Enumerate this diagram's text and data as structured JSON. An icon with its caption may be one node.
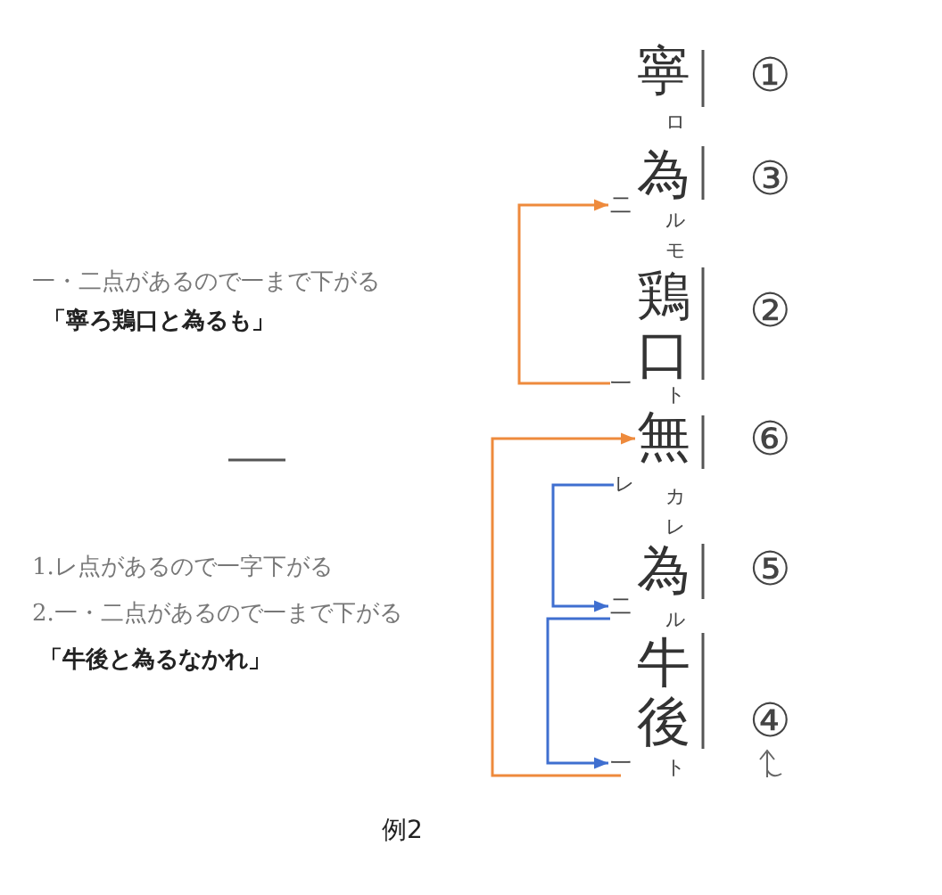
{
  "diagram": {
    "caption": "例2",
    "nodes": [
      {
        "text": [
          "二"
        ]
      },
      {
        "text": [
          "一"
        ]
      },
      {
        "text": [
          "無"
        ]
      },
      {
        "text": [
          "レ"
        ]
      },
      {
        "text": [
          "二"
        ]
      },
      {
        "text": [
          "一"
        ]
      }
    ],
    "edges": [
      {
        "from": 1,
        "to": 0,
        "arrow": "to",
        "color": "#ee8a3c"
      },
      {
        "from": 5,
        "to": 2,
        "arrow": "to",
        "color": "#ee8a3c"
      },
      {
        "from": 3,
        "to": 4,
        "arrow": "to",
        "color": "#3f6fd0"
      },
      {
        "from": 4,
        "to": 5,
        "arrow": "to",
        "color": "#3f6fd0"
      }
    ],
    "labels": [
      "寧",
      "①",
      "ロ",
      "為",
      "③",
      "ル",
      "モ",
      "一・二点があるので一まで下がる",
      "「寧ろ鶏口と為るも」",
      "鶏口",
      "②",
      "ト",
      "⑥",
      "カ",
      "レ",
      "1.レ点があるので一字下がる",
      "為",
      "⑤",
      "2.一・二点があるので一まで下がる",
      "ル",
      "「牛後と為るなかれ」",
      "牛後",
      "④",
      "ト"
    ]
  }
}
